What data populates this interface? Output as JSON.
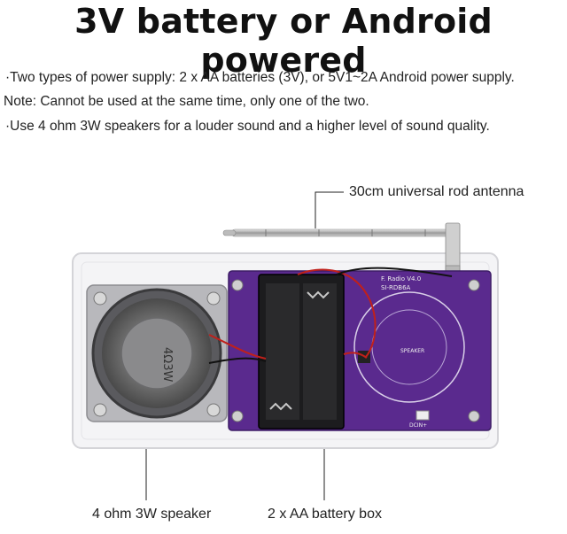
{
  "title": "3V battery or Android powered",
  "lines": [
    "·Two types of power supply: 2 x AA batteries (3V), or 5V1~2A Android power supply.",
    "Note: Cannot be used at the same time, only one of the two.",
    "·Use 4 ohm 3W speakers for a louder sound and a higher level of sound quality."
  ],
  "callouts": {
    "antenna": "30cm universal rod antenna",
    "speaker": "4 ohm 3W speaker",
    "battery_box": "2 x AA battery box"
  },
  "board_text": {
    "speaker_mark": "4Ω3W",
    "board_title": "F. Radio V4.0",
    "board_model": "SI-RDB6A",
    "speaker_silk": "SPEAKER",
    "dcin_silk": "DCIN+"
  }
}
